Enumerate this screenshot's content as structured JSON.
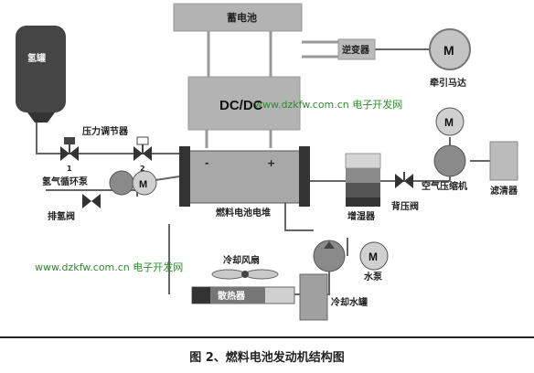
{
  "labels": {
    "battery": "蓄电池",
    "hydrogen_tank": "氢罐",
    "dcdc": "DC/DC",
    "inverter": "逆变器",
    "motor_symbol": "M",
    "traction_motor": "牵引马达",
    "pressure_regulator": "压力调节器",
    "valve_1": "1",
    "valve_2": "2",
    "h2_recirc_pump": "氢气循环泵",
    "h2_purge_valve": "排氢阀",
    "minus": "-",
    "plus": "+",
    "fuel_cell_stack": "燃料电池电堆",
    "humidifier": "增湿器",
    "back_pressure_valve": "背压阀",
    "air_compressor": "空气压缩机",
    "air_filter": "滤清器",
    "cooling_fan": "冷却风扇",
    "radiator": "散热器",
    "water_pump": "水泵",
    "coolant_tank": "冷却水罐"
  },
  "watermarks": {
    "top": "www.dzkfw.com.cn 电子开发网",
    "bottom": "www.dzkfw.com.cn 电子开发网"
  },
  "caption": "图 2、燃料电池发动机结构图"
}
